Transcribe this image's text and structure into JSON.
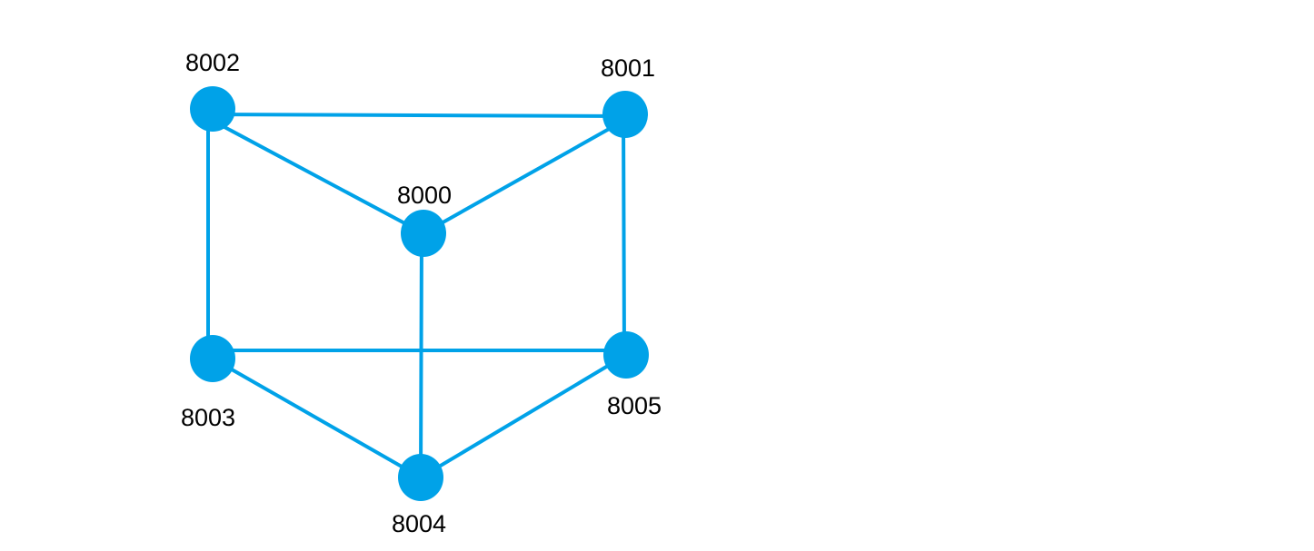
{
  "colors": {
    "node": "#00A2E8",
    "edge": "#00A2E8",
    "label": "#000000",
    "background": "#FFFFFF"
  },
  "nodes": [
    {
      "id": "8000",
      "label": "8000"
    },
    {
      "id": "8001",
      "label": "8001"
    },
    {
      "id": "8002",
      "label": "8002"
    },
    {
      "id": "8003",
      "label": "8003"
    },
    {
      "id": "8004",
      "label": "8004"
    },
    {
      "id": "8005",
      "label": "8005"
    }
  ],
  "edges": [
    {
      "from": "8002",
      "to": "8001"
    },
    {
      "from": "8002",
      "to": "8000"
    },
    {
      "from": "8001",
      "to": "8000"
    },
    {
      "from": "8002",
      "to": "8003"
    },
    {
      "from": "8001",
      "to": "8005"
    },
    {
      "from": "8000",
      "to": "8004"
    },
    {
      "from": "8003",
      "to": "8005"
    },
    {
      "from": "8003",
      "to": "8004"
    },
    {
      "from": "8005",
      "to": "8004"
    }
  ]
}
